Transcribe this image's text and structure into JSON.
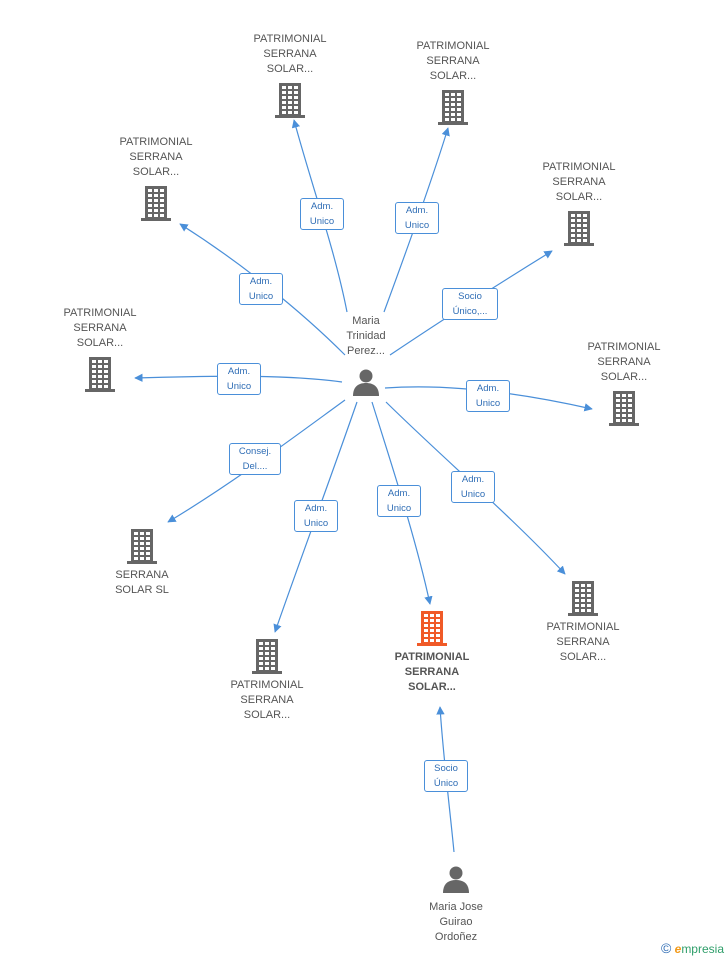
{
  "colors": {
    "edge": "#4a8fd9",
    "icon": "#666666",
    "focus_icon": "#f05a28",
    "label": "#555555"
  },
  "person_main": {
    "lines": [
      "Maria",
      "Trinidad",
      "Perez..."
    ]
  },
  "person_second": {
    "lines": [
      "Maria Jose",
      "Guirao",
      "Ordoñez"
    ]
  },
  "companies": [
    {
      "id": "c1",
      "lines": [
        "PATRIMONIAL",
        "SERRANA",
        "SOLAR..."
      ]
    },
    {
      "id": "c2",
      "lines": [
        "PATRIMONIAL",
        "SERRANA",
        "SOLAR..."
      ]
    },
    {
      "id": "c3",
      "lines": [
        "PATRIMONIAL",
        "SERRANA",
        "SOLAR..."
      ]
    },
    {
      "id": "c4",
      "lines": [
        "PATRIMONIAL",
        "SERRANA",
        "SOLAR..."
      ]
    },
    {
      "id": "c5",
      "lines": [
        "PATRIMONIAL",
        "SERRANA",
        "SOLAR..."
      ]
    },
    {
      "id": "c6",
      "lines": [
        "PATRIMONIAL",
        "SERRANA",
        "SOLAR..."
      ]
    },
    {
      "id": "c7",
      "lines": [
        "SERRANA",
        "SOLAR SL"
      ]
    },
    {
      "id": "c8",
      "lines": [
        "PATRIMONIAL",
        "SERRANA",
        "SOLAR..."
      ]
    },
    {
      "id": "c9",
      "lines": [
        "PATRIMONIAL",
        "SERRANA",
        "SOLAR..."
      ]
    },
    {
      "id": "focus",
      "lines": [
        "PATRIMONIAL",
        "SERRANA",
        "SOLAR..."
      ]
    }
  ],
  "relations": [
    {
      "to": "c1",
      "lines": [
        "Adm.",
        "Unico"
      ]
    },
    {
      "to": "c2",
      "lines": [
        "Adm.",
        "Unico"
      ]
    },
    {
      "to": "c3",
      "lines": [
        "Adm.",
        "Unico"
      ]
    },
    {
      "to": "c4",
      "lines": [
        "Socio",
        "Único,..."
      ]
    },
    {
      "to": "c5",
      "lines": [
        "Adm.",
        "Unico"
      ]
    },
    {
      "to": "c6",
      "lines": [
        "Adm.",
        "Unico"
      ]
    },
    {
      "to": "c7",
      "lines": [
        "Consej.",
        "Del...."
      ]
    },
    {
      "to": "c8",
      "lines": [
        "Adm.",
        "Unico"
      ]
    },
    {
      "to": "c9",
      "lines": [
        "Adm.",
        "Unico"
      ]
    },
    {
      "to": "focus",
      "lines": [
        "Adm.",
        "Unico"
      ]
    },
    {
      "to": "focus-from-second",
      "lines": [
        "Socio",
        "Único"
      ]
    }
  ],
  "brand": {
    "copyright": "©",
    "e": "e",
    "rest": "mpresia"
  }
}
